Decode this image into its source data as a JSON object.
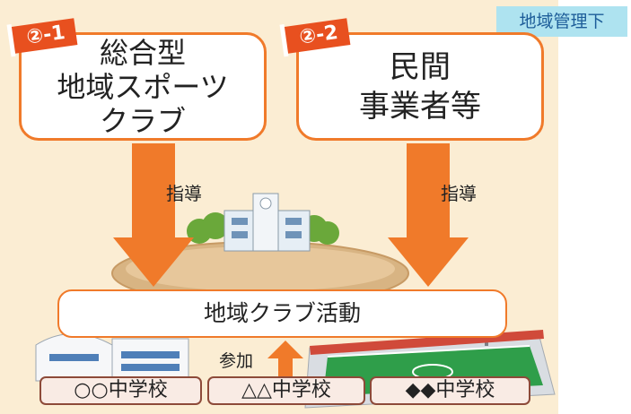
{
  "label_management": "地域管理下",
  "club": {
    "tag": "②-1",
    "lines": [
      "総合型",
      "地域スポーツ",
      "クラブ"
    ]
  },
  "business": {
    "tag": "②-2",
    "lines": [
      "民間",
      "事業者等"
    ]
  },
  "guidance_left": "指導",
  "guidance_right": "指導",
  "activity": "地域クラブ活動",
  "join": "参加",
  "schools": [
    "○○中学校",
    "△△中学校",
    "◆◆中学校"
  ],
  "colors": {
    "background": "#fbedd3",
    "accent": "#f07a2a",
    "tag": "#e8501f",
    "management_bg": "#aee3f0",
    "school_border": "#8d4a39"
  }
}
